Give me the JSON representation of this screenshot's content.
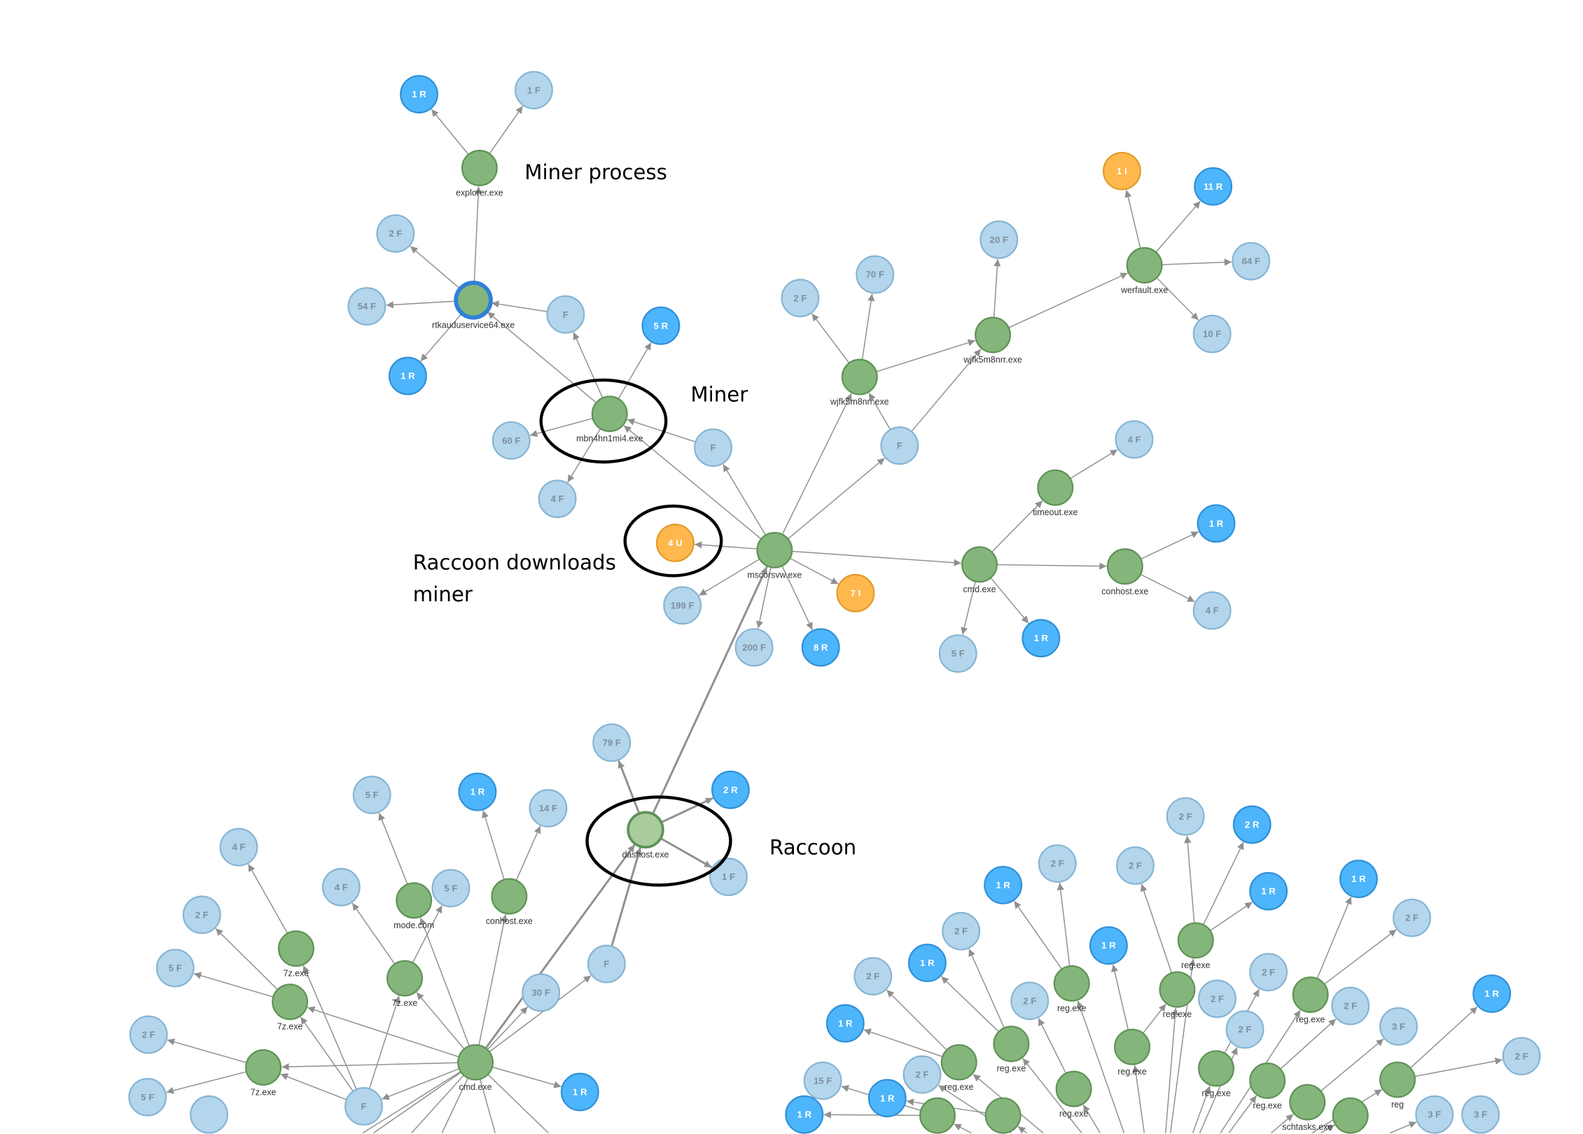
{
  "colors": {
    "process": "#84b57b",
    "process_stroke": "#5e9255",
    "file": "#b3d6ec",
    "file_stroke": "#86b4d4",
    "file_text": "#7d8f9e",
    "registry": "#4db5fb",
    "registry_stroke": "#2f8fd6",
    "injection": "#ffb84d",
    "injection_stroke": "#e09a2a",
    "highlight_ring": "#2f80d8",
    "edge": "#8f8f8f",
    "annotation": "#000000"
  },
  "annotations": [
    {
      "id": "miner-process",
      "lines": [
        "Miner process"
      ]
    },
    {
      "id": "miner",
      "lines": [
        "Miner"
      ]
    },
    {
      "id": "raccoon-downloads",
      "lines": [
        "Raccoon downloads",
        "miner"
      ]
    },
    {
      "id": "raccoon",
      "lines": [
        "Raccoon"
      ]
    }
  ],
  "nodes": [
    {
      "kind": "process",
      "text": "explorer.exe"
    },
    {
      "kind": "registry",
      "text": "1 R"
    },
    {
      "kind": "file",
      "text": "1 F"
    },
    {
      "kind": "process-ring",
      "text": "rtkauduservice64.exe"
    },
    {
      "kind": "file",
      "text": "2 F"
    },
    {
      "kind": "file",
      "text": "54 F"
    },
    {
      "kind": "registry",
      "text": "1 R"
    },
    {
      "kind": "file",
      "text": "F"
    },
    {
      "kind": "registry",
      "text": "5 R"
    },
    {
      "kind": "process",
      "text": "mbn4hn1mi4.exe"
    },
    {
      "kind": "file",
      "text": "60 F"
    },
    {
      "kind": "file",
      "text": "4 F"
    },
    {
      "kind": "file",
      "text": "F"
    },
    {
      "kind": "injection",
      "text": "4 U"
    },
    {
      "kind": "process",
      "text": "mscorsvw.exe"
    },
    {
      "kind": "file",
      "text": "199 F"
    },
    {
      "kind": "file",
      "text": "200 F"
    },
    {
      "kind": "registry",
      "text": "8 R"
    },
    {
      "kind": "injection",
      "text": "7 I"
    },
    {
      "kind": "process",
      "text": "wjfk5m8nrr.exe"
    },
    {
      "kind": "file",
      "text": "2 F"
    },
    {
      "kind": "file",
      "text": "70 F"
    },
    {
      "kind": "file",
      "text": "F"
    },
    {
      "kind": "process",
      "text": "wjfk5m8nrr.exe"
    },
    {
      "kind": "file",
      "text": "20 F"
    },
    {
      "kind": "process",
      "text": "werfault.exe"
    },
    {
      "kind": "injection",
      "text": "1 I"
    },
    {
      "kind": "registry",
      "text": "11 R"
    },
    {
      "kind": "file",
      "text": "84 F"
    },
    {
      "kind": "file",
      "text": "10 F"
    },
    {
      "kind": "process",
      "text": "cmd.exe"
    },
    {
      "kind": "process",
      "text": "timeout.exe"
    },
    {
      "kind": "file",
      "text": "4 F"
    },
    {
      "kind": "process",
      "text": "conhost.exe"
    },
    {
      "kind": "registry",
      "text": "1 R"
    },
    {
      "kind": "file",
      "text": "4 F"
    },
    {
      "kind": "file",
      "text": "5 F"
    },
    {
      "kind": "registry",
      "text": "1 R"
    },
    {
      "kind": "process-light",
      "text": "dashost.exe"
    },
    {
      "kind": "file",
      "text": "79 F"
    },
    {
      "kind": "registry",
      "text": "2 R"
    },
    {
      "kind": "file",
      "text": "1 F"
    },
    {
      "kind": "process",
      "text": "cmd.exe"
    },
    {
      "kind": "registry",
      "text": "1 R"
    },
    {
      "kind": "file",
      "text": "F"
    },
    {
      "kind": "file",
      "text": "30 F"
    },
    {
      "kind": "process",
      "text": "conhost.exe"
    },
    {
      "kind": "registry",
      "text": "1 R"
    },
    {
      "kind": "file",
      "text": "14 F"
    },
    {
      "kind": "process",
      "text": "mode.com"
    },
    {
      "kind": "file",
      "text": "5 F"
    },
    {
      "kind": "file",
      "text": "5 F"
    },
    {
      "kind": "process",
      "text": "7z.exe"
    },
    {
      "kind": "file",
      "text": "4 F"
    },
    {
      "kind": "process",
      "text": "7z.exe"
    },
    {
      "kind": "file",
      "text": "4 F"
    },
    {
      "kind": "process",
      "text": "7z.exe"
    },
    {
      "kind": "file",
      "text": "2 F"
    },
    {
      "kind": "file",
      "text": "5 F"
    },
    {
      "kind": "process",
      "text": "7z.exe"
    },
    {
      "kind": "file",
      "text": "2 F"
    },
    {
      "kind": "file",
      "text": "5 F"
    },
    {
      "kind": "file",
      "text": "F"
    },
    {
      "kind": "file",
      "text": ""
    },
    {
      "kind": "process",
      "text": "reg.exe"
    },
    {
      "kind": "file",
      "text": "2 F"
    },
    {
      "kind": "registry",
      "text": "2 R"
    },
    {
      "kind": "registry",
      "text": "1 R"
    },
    {
      "kind": "process",
      "text": "reg.exe"
    },
    {
      "kind": "file",
      "text": "2 F"
    },
    {
      "kind": "file",
      "text": "2 F"
    },
    {
      "kind": "process",
      "text": "reg.exe"
    },
    {
      "kind": "registry",
      "text": "1 R"
    },
    {
      "kind": "file",
      "text": "2 F"
    },
    {
      "kind": "process",
      "text": "reg.exe"
    },
    {
      "kind": "file",
      "text": "2 F"
    },
    {
      "kind": "registry",
      "text": "1 R"
    },
    {
      "kind": "process",
      "text": "reg.exe"
    },
    {
      "kind": "file",
      "text": "2 F"
    },
    {
      "kind": "registry",
      "text": "1 R"
    },
    {
      "kind": "process",
      "text": "reg.exe"
    },
    {
      "kind": "registry",
      "text": "1 R"
    },
    {
      "kind": "process",
      "text": "reg.exe"
    },
    {
      "kind": "file",
      "text": "2 F"
    },
    {
      "kind": "process",
      "text": "reg.exe"
    },
    {
      "kind": "registry",
      "text": "1 R"
    },
    {
      "kind": "file",
      "text": "2 F"
    },
    {
      "kind": "process",
      "text": "reg.exe"
    },
    {
      "kind": "file",
      "text": "2 F"
    },
    {
      "kind": "process",
      "text": "reg.exe"
    },
    {
      "kind": "file",
      "text": "2 F"
    },
    {
      "kind": "process",
      "text": "schtasks.exe"
    },
    {
      "kind": "file",
      "text": "3 F"
    },
    {
      "kind": "process",
      "text": "reg"
    },
    {
      "kind": "registry",
      "text": "1 R"
    },
    {
      "kind": "file",
      "text": "2 F"
    },
    {
      "kind": "process",
      "text": ""
    },
    {
      "kind": "file",
      "text": "15 F"
    },
    {
      "kind": "registry",
      "text": "1 R"
    },
    {
      "kind": "process",
      "text": ""
    },
    {
      "kind": "registry",
      "text": "1 R"
    },
    {
      "kind": "file",
      "text": "2 F"
    },
    {
      "kind": "file",
      "text": "2 F"
    },
    {
      "kind": "file",
      "text": "3 F"
    },
    {
      "kind": "process",
      "text": ""
    },
    {
      "kind": "file",
      "text": "3 F"
    }
  ],
  "edges": [
    [
      0,
      1
    ],
    [
      0,
      2
    ],
    [
      3,
      0
    ],
    [
      3,
      4
    ],
    [
      3,
      5
    ],
    [
      3,
      6
    ],
    [
      7,
      3
    ],
    [
      9,
      3
    ],
    [
      9,
      7
    ],
    [
      9,
      8
    ],
    [
      9,
      10
    ],
    [
      9,
      11
    ],
    [
      12,
      9
    ],
    [
      14,
      9
    ],
    [
      14,
      12
    ],
    [
      14,
      13
    ],
    [
      14,
      15
    ],
    [
      14,
      16
    ],
    [
      14,
      17
    ],
    [
      14,
      18
    ],
    [
      14,
      19
    ],
    [
      14,
      22
    ],
    [
      22,
      19
    ],
    [
      22,
      23
    ],
    [
      19,
      20
    ],
    [
      19,
      21
    ],
    [
      19,
      23
    ],
    [
      23,
      24
    ],
    [
      23,
      25
    ],
    [
      25,
      26
    ],
    [
      25,
      27
    ],
    [
      25,
      28
    ],
    [
      25,
      29
    ],
    [
      14,
      30
    ],
    [
      30,
      31
    ],
    [
      31,
      32
    ],
    [
      30,
      33
    ],
    [
      33,
      34
    ],
    [
      33,
      35
    ],
    [
      30,
      36
    ],
    [
      30,
      37
    ],
    [
      38,
      14
    ],
    [
      38,
      39
    ],
    [
      38,
      40
    ],
    [
      38,
      41
    ],
    [
      42,
      38
    ],
    [
      44,
      38
    ],
    [
      42,
      43
    ],
    [
      42,
      44
    ],
    [
      42,
      45
    ],
    [
      42,
      46
    ],
    [
      46,
      47
    ],
    [
      46,
      48
    ],
    [
      42,
      49
    ],
    [
      49,
      50
    ],
    [
      52,
      51
    ],
    [
      42,
      52
    ],
    [
      52,
      53
    ],
    [
      62,
      54
    ],
    [
      54,
      55
    ],
    [
      42,
      56
    ],
    [
      62,
      56
    ],
    [
      56,
      57
    ],
    [
      56,
      58
    ],
    [
      42,
      59
    ],
    [
      62,
      59
    ],
    [
      59,
      60
    ],
    [
      59,
      61
    ],
    [
      42,
      62
    ],
    [
      62,
      52
    ],
    [
      64,
      65
    ],
    [
      64,
      66
    ],
    [
      64,
      67
    ],
    [
      68,
      69
    ],
    [
      71,
      72
    ],
    [
      71,
      73
    ],
    [
      74,
      75
    ],
    [
      74,
      76
    ],
    [
      77,
      78
    ],
    [
      77,
      79
    ],
    [
      80,
      81
    ],
    [
      80,
      68
    ],
    [
      82,
      83
    ],
    [
      84,
      85
    ],
    [
      84,
      86
    ],
    [
      87,
      88
    ],
    [
      89,
      90
    ],
    [
      91,
      92
    ],
    [
      93,
      94
    ],
    [
      93,
      95
    ],
    [
      96,
      97
    ],
    [
      96,
      98
    ],
    [
      99,
      100
    ]
  ],
  "hub_edges": [
    64,
    68,
    71,
    74,
    77,
    80,
    82,
    84,
    87,
    89,
    91,
    93,
    96,
    99,
    104,
    101,
    102,
    103
  ]
}
